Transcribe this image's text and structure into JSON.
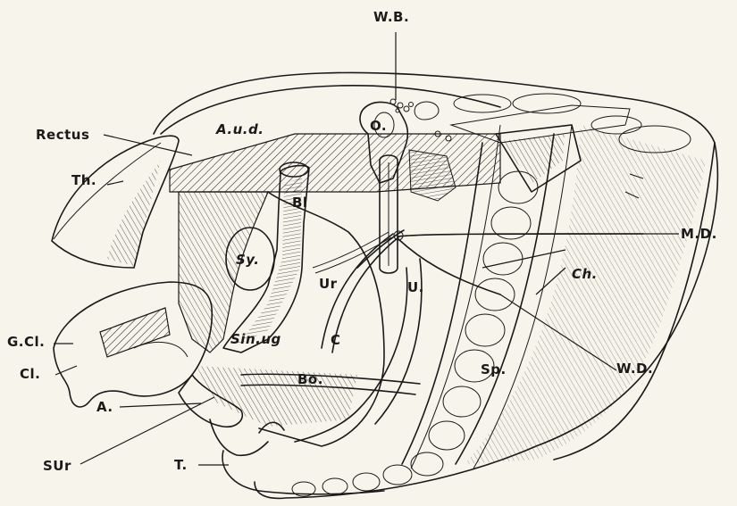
{
  "labels": {
    "wb": "W.B.",
    "rectus": "Rectus",
    "aud": "A.u.d.",
    "o": "O.",
    "th": "Th.",
    "bl": "Bl",
    "md": "M.D.",
    "sy": "Sy.",
    "ur": "Ur",
    "ch": "Ch.",
    "u": "U.",
    "gcl": "G.Cl.",
    "cl": "Cl.",
    "sinug": "Sin.ug",
    "c": "C",
    "sp": "Sp.",
    "wd": "W.D.",
    "bo": "Bo.",
    "a": "A.",
    "sur": "SUr",
    "t": "T."
  },
  "colors": {
    "ink": "#1a1a1a",
    "paper": "#f7f4ec"
  }
}
